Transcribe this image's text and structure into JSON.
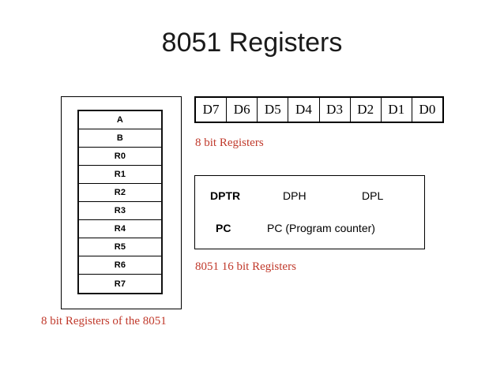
{
  "slide": {
    "title": "8051 Registers",
    "background_color": "#ffffff",
    "accent_color": "#c0392b",
    "line_color": "#000000"
  },
  "register_stack": {
    "caption": "8 bit Registers of the 8051",
    "cells": [
      {
        "label": "A"
      },
      {
        "label": "B"
      },
      {
        "label": "R0"
      },
      {
        "label": "R1"
      },
      {
        "label": "R2"
      },
      {
        "label": "R3"
      },
      {
        "label": "R4"
      },
      {
        "label": "R5"
      },
      {
        "label": "R6"
      },
      {
        "label": "R7"
      }
    ]
  },
  "bit_table": {
    "caption": "8 bit Registers",
    "bits": [
      {
        "label": "D7"
      },
      {
        "label": "D6"
      },
      {
        "label": "D5"
      },
      {
        "label": "D4"
      },
      {
        "label": "D3"
      },
      {
        "label": "D2"
      },
      {
        "label": "D1"
      },
      {
        "label": "D0"
      }
    ]
  },
  "wide_registers": {
    "caption": "8051 16 bit Registers",
    "rows": [
      {
        "name": "DPTR",
        "high_byte": "DPH",
        "low_byte": "DPL"
      },
      {
        "name": "PC",
        "description": "PC (Program counter)"
      }
    ]
  }
}
